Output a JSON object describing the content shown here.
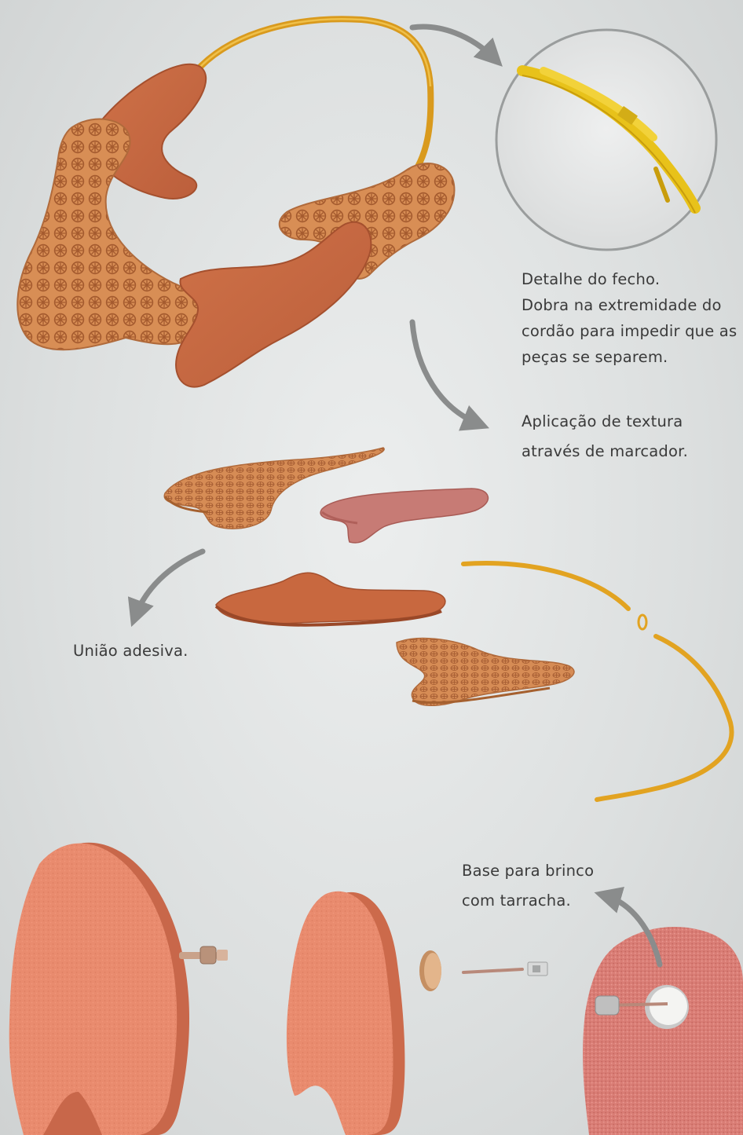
{
  "annotations": {
    "clasp_detail": [
      "Detalhe do fecho.",
      "Dobra na extremidade do",
      "cordão para impedir que as",
      "peças se separem."
    ],
    "texture": [
      "Aplicação de textura",
      "através de marcador."
    ],
    "adhesive": [
      "União adesiva."
    ],
    "earring_base": [
      "Base para brinco",
      "com tarracha."
    ]
  },
  "colors": {
    "background": "#e3e5e5",
    "cord": "#e2a321",
    "cord_detail": "#e8c21a",
    "textured_piece": "#d48a52",
    "smooth_piece": "#c76740",
    "pink_piece": "#c97a74",
    "earring": "#e98b6e",
    "earring_back": "#d87c72",
    "arrow": "#8a8c8c",
    "metal": "#c9a28a"
  },
  "icons": [
    "curved-arrow-icon"
  ]
}
